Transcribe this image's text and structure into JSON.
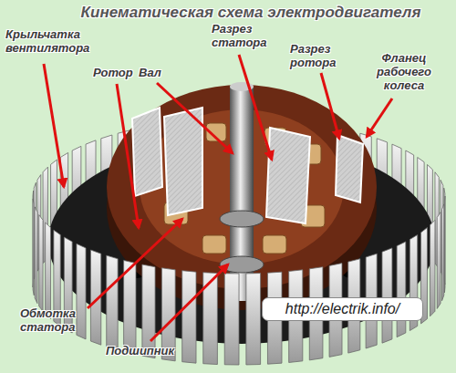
{
  "diagram": {
    "title": "Кинематическая схема электродвигателя",
    "labels": [
      "Крыльчатка вентилятора",
      "Разрез статора",
      "Ротор",
      "Вал",
      "Разрез ротора",
      "Фланец рабочего колеса",
      "Обмотка статора",
      "Подшипник",
      "http://electrik.info/"
    ]
  }
}
